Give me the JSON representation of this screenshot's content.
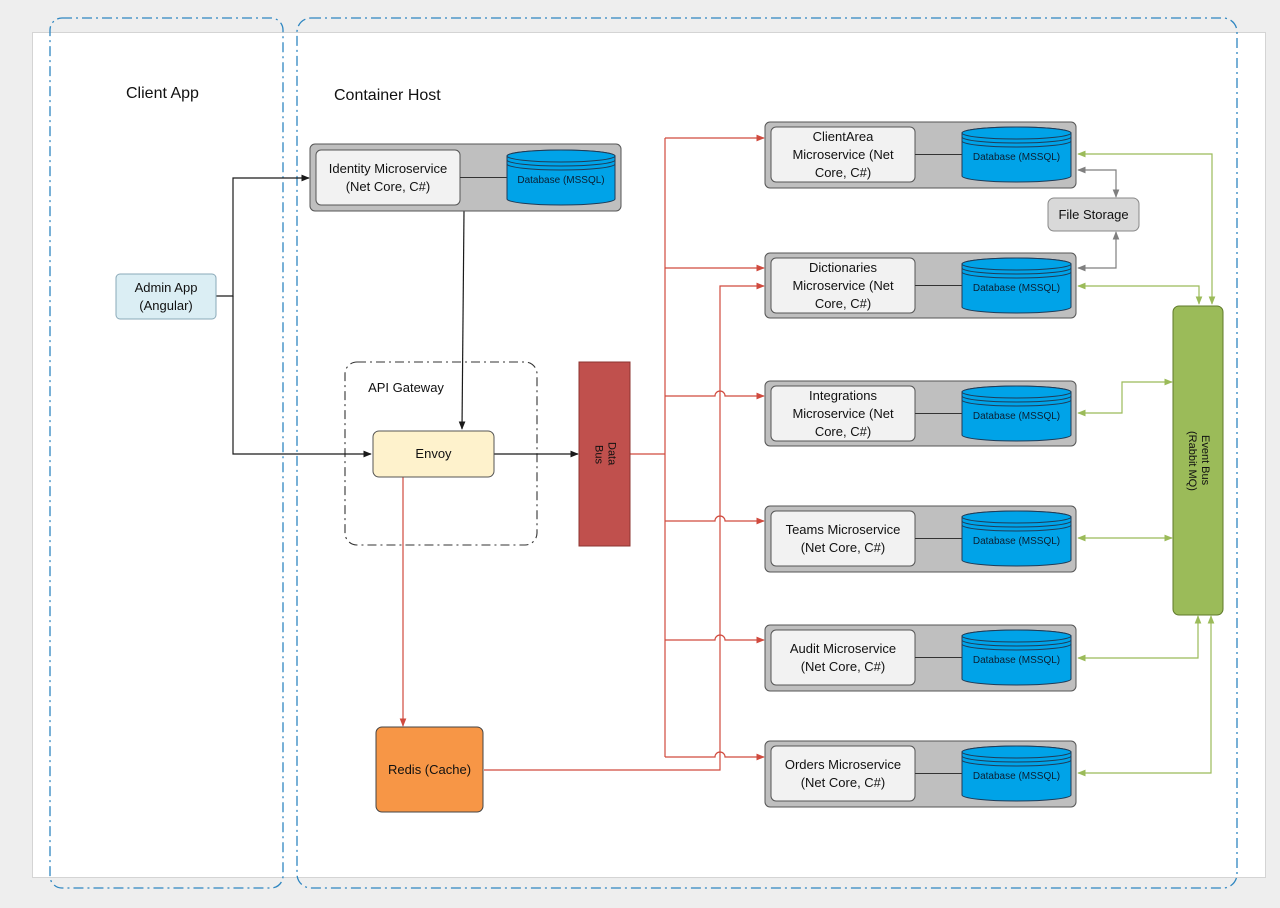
{
  "zones": {
    "client_app": "Client App",
    "container_host": "Container Host",
    "api_gateway": "API Gateway"
  },
  "nodes": {
    "admin_app": "Admin App\n(Angular)",
    "envoy": "Envoy",
    "redis": "Redis (Cache)",
    "data_bus": "Data\nBus",
    "event_bus": "Event Bus\n(Rabbit MQ)",
    "file_storage": "File Storage",
    "database_label": "Database (MSSQL)"
  },
  "services": {
    "identity": "Identity Microservice\n(Net Core, C#)",
    "client_area": "ClientArea\nMicroservice (Net\nCore, C#)",
    "dictionaries": "Dictionaries\nMicroservice (Net\nCore, C#)",
    "integrations": "Integrations\nMicroservice (Net\nCore, C#)",
    "teams": "Teams Microservice\n(Net Core, C#)",
    "audit": "Audit Microservice\n(Net Core, C#)",
    "orders": "Orders Microservice\n(Net Core, C#)"
  },
  "colors": {
    "black_arrow": "#1a1a1a",
    "red_arrow": "#d04a3e",
    "green_arrow": "#9bbb59",
    "gray_arrow": "#7f7f7f",
    "zone_border": "#2e86c1",
    "db_fill": "#00a3e8",
    "service_panel": "#bfbfbf",
    "admin_fill": "#dbeef4",
    "envoy_fill": "#fef2cc",
    "redis_fill": "#f79646",
    "data_bus_fill": "#c0504d",
    "event_bus_fill": "#9bbb59"
  }
}
